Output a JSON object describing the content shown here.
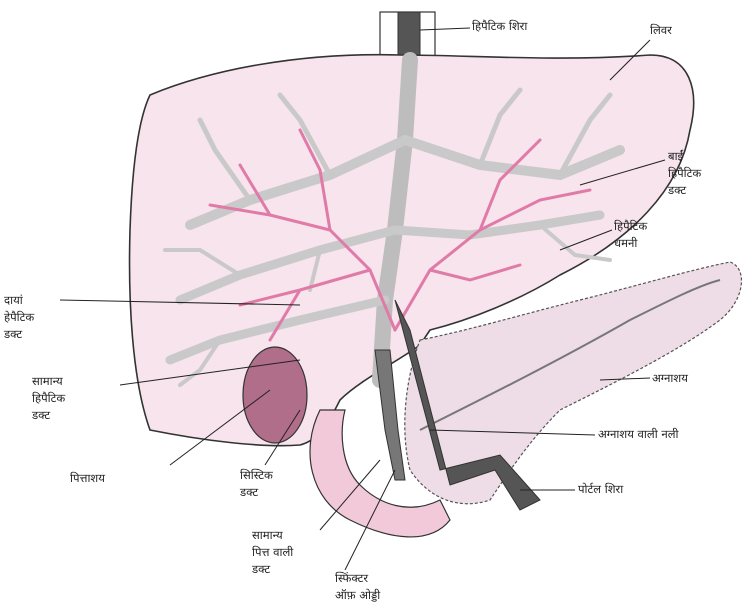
{
  "labels": {
    "hepatic_vein": "हिपैटिक शिरा",
    "liver": "लिवर",
    "left_hepatic_duct": "बाईं\nहिपैटिक\nडक्ट",
    "hepatic_artery": "हिपैटिक\nधमनी",
    "right_hepatic_duct": "दायां\nहेपैटिक\nडक्ट",
    "common_hepatic_duct": "सामान्य\nहिपैटिक\nडक्ट",
    "pancreas": "अग्नाशय",
    "pancreatic_duct": "अग्नाशय वाली नली",
    "gallbladder": "पित्ताशय",
    "cystic_duct": "सिस्टिक\nडक्ट",
    "portal_vein": "पोर्टल शिरा",
    "common_bile_duct": "सामान्य\nपित्त वाली\nडक्ट",
    "sphincter_of_oddi": "स्फिंक्टर\nऑफ़ ओड्डी"
  },
  "colors": {
    "liver_fill": "#f7e4ec",
    "outline": "#333333",
    "duct_gray": "#c9c9c9",
    "artery_pink": "#e07aa8",
    "pancreas_fill": "#eedde6",
    "gallbladder": "#b06e8a",
    "duodenum": "#f2c9d9",
    "portal_vein": "#555555"
  }
}
